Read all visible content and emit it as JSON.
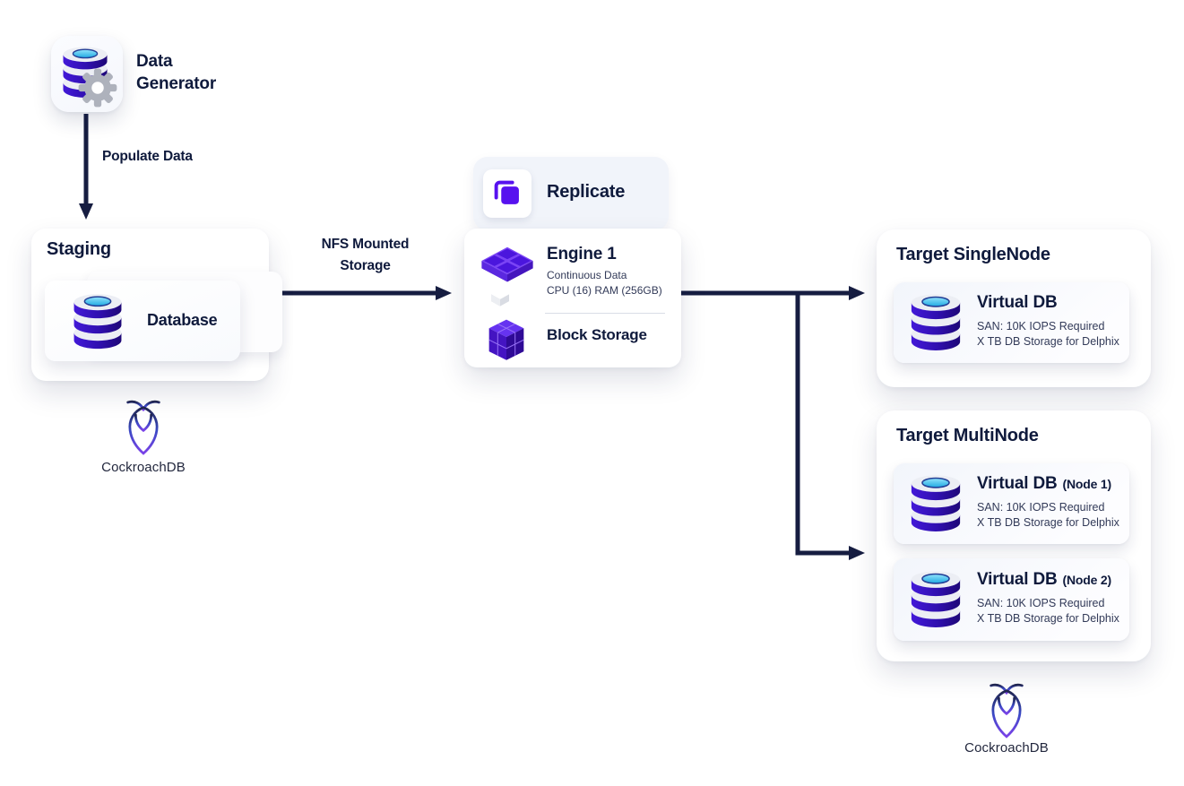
{
  "colors": {
    "text_navy": "#0f1a3c",
    "text_sub": "#323a58",
    "arrow_navy": "#161d41",
    "accent_purple": "#5711ef",
    "db_indigo": "#2f0fae",
    "cyan_disc": "#35bdea"
  },
  "icons": {
    "database": "stacked-db-cylinders",
    "gear": "generator-cog",
    "copy": "replicate-duplicate-squares",
    "engine": "isometric-tile-with-cubes",
    "chevron_down": "3d-chevron-down",
    "block_storage": "isometric-cube-grid",
    "cockroachdb": "cockroach-leaf-logo"
  },
  "data_generator": {
    "line1": "Data",
    "line2": "Generator"
  },
  "arrows": {
    "populate_label": "Populate Data",
    "nfs_line1": "NFS Mounted",
    "nfs_line2": "Storage"
  },
  "staging": {
    "title": "Staging",
    "database_label": "Database"
  },
  "cockroach_left_caption": "CockroachDB",
  "cockroach_right_caption": "CockroachDB",
  "replicate": {
    "title": "Replicate",
    "engine_title": "Engine 1",
    "engine_sub1": "Continuous Data",
    "engine_sub2": "CPU (16) RAM (256GB)",
    "block_label": "Block Storage"
  },
  "target_single": {
    "title": "Target SingleNode",
    "cards": [
      {
        "title": "Virtual DB",
        "suffix": "",
        "sub1": "SAN: 10K IOPS Required",
        "sub2": "X TB DB Storage for Delphix"
      }
    ]
  },
  "target_multi": {
    "title": "Target MultiNode",
    "cards": [
      {
        "title": "Virtual DB",
        "suffix": "(Node 1)",
        "sub1": "SAN: 10K IOPS Required",
        "sub2": "X TB DB Storage for Delphix"
      },
      {
        "title": "Virtual DB",
        "suffix": "(Node 2)",
        "sub1": "SAN: 10K IOPS Required",
        "sub2": "X TB DB Storage for Delphix"
      }
    ]
  }
}
